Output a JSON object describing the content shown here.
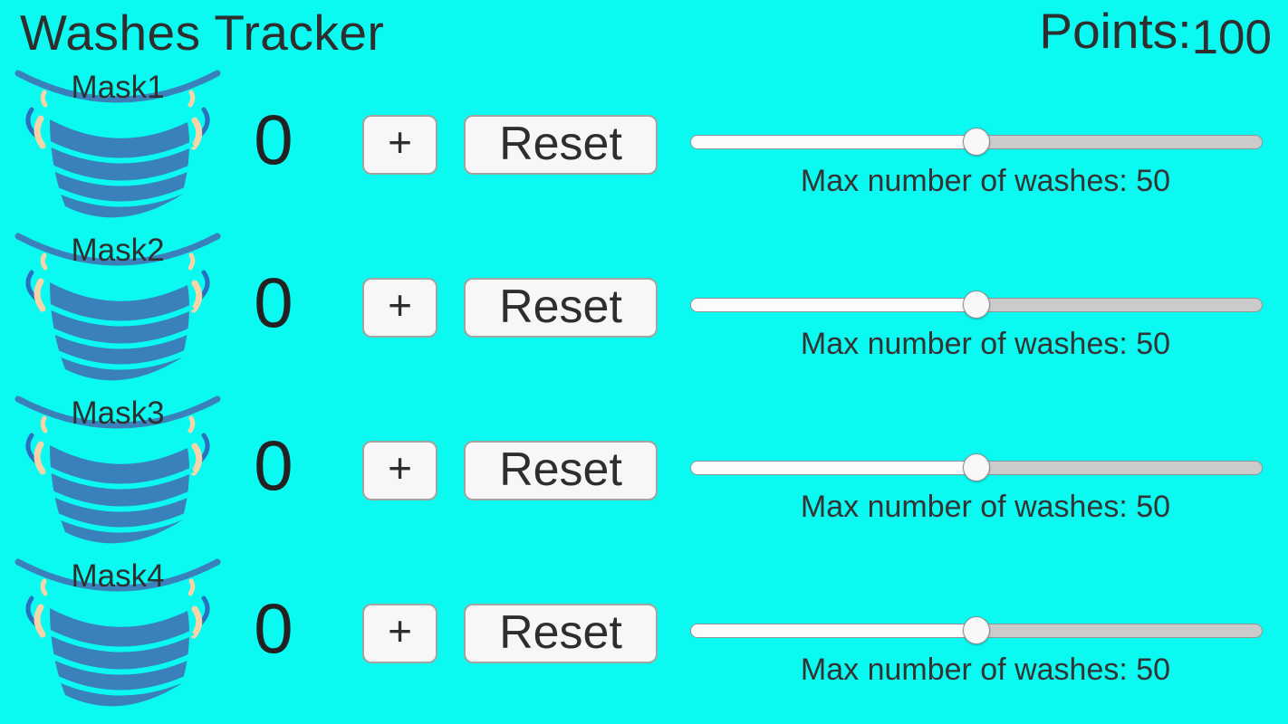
{
  "app": {
    "title": "Washes Tracker",
    "points_label": "Points:",
    "points_value": "100"
  },
  "colors": {
    "background": "#0AFAF2",
    "mask_body": "#3A80BA",
    "mask_strap": "#2B6FC0",
    "mask_ear": "#F5D5A8",
    "text": "#2E2E2E",
    "button_bg": "#F7F7F7",
    "button_border": "#A3A3A3",
    "track_filled": "#FBFBFB",
    "track_empty": "#CBCBCB"
  },
  "masks": [
    {
      "name": "Mask1",
      "count": "0",
      "increment_label": "+",
      "reset_label": "Reset",
      "max_washes_label": "Max number of washes: 50",
      "slider_percent": 50
    },
    {
      "name": "Mask2",
      "count": "0",
      "increment_label": "+",
      "reset_label": "Reset",
      "max_washes_label": "Max number of washes: 50",
      "slider_percent": 50
    },
    {
      "name": "Mask3",
      "count": "0",
      "increment_label": "+",
      "reset_label": "Reset",
      "max_washes_label": "Max number of washes: 50",
      "slider_percent": 50
    },
    {
      "name": "Mask4",
      "count": "0",
      "increment_label": "+",
      "reset_label": "Reset",
      "max_washes_label": "Max number of washes: 50",
      "slider_percent": 50
    }
  ]
}
